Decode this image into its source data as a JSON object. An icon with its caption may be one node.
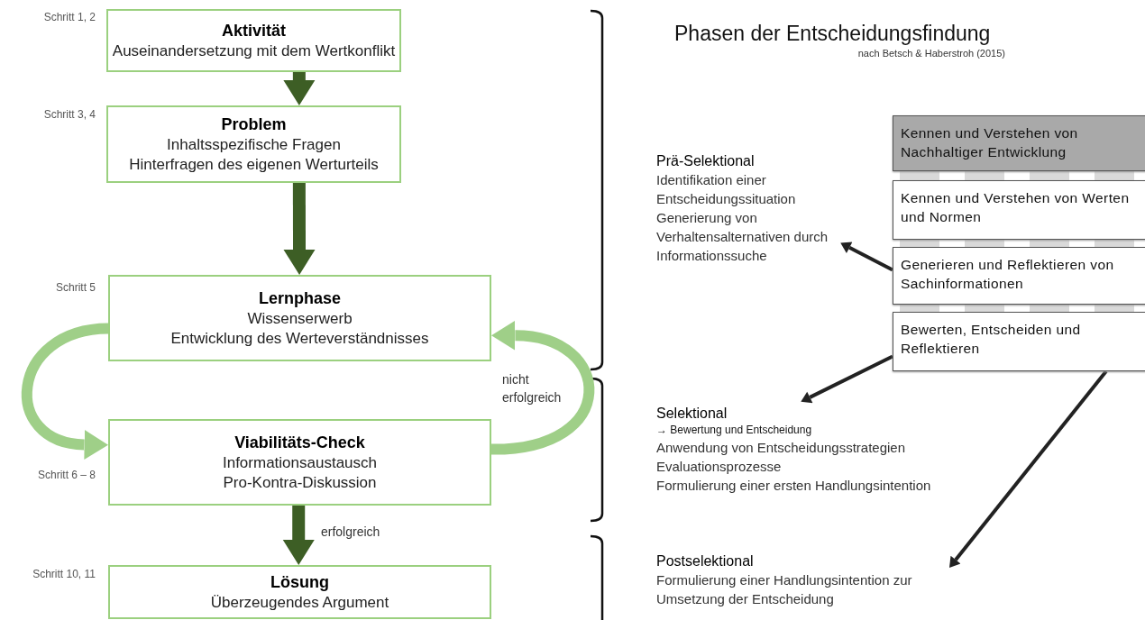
{
  "diagram": {
    "title": "Phasen der Entscheidungsfindung",
    "nodes": [
      {
        "text": [
          "Aktivität",
          "Auseinandersetzung mit dem Wertkonflikt"
        ],
        "beside": [
          "Schritt 1, 2"
        ]
      },
      {
        "text": [
          "Problem",
          "Inhaltsspezifische Fragen",
          "Hinterfragen des eigenen Werturteils"
        ],
        "beside": [
          "Schritt 3, 4"
        ]
      },
      {
        "text": [
          "Lernphase",
          "Wissenserwerb",
          "Entwicklung des Werteverständnisses"
        ],
        "beside": [
          "Schritt 5"
        ]
      },
      {
        "text": [
          "Viabilitäts-Check",
          "Informationsaustausch",
          "Pro-Kontra-Diskussion"
        ],
        "beside": [
          "Schritt 6 – 8"
        ]
      },
      {
        "text": [
          "Lösung",
          "Überzeugendes Argument"
        ],
        "beside": [
          "Schritt 10, 11"
        ]
      },
      {
        "text": [
          "Prä-Selektional",
          "Identifikation einer Entscheidungssituation",
          "Generierung von Verhaltensalternativen durch Informationssuche"
        ]
      },
      {
        "text": [
          "Kennen und Verstehen von Nachhaltiger Entwicklung"
        ]
      },
      {
        "text": [
          "Kennen und Verstehen von Werten und Normen"
        ]
      },
      {
        "text": [
          "Generieren und Reflektieren von Sachinformationen"
        ]
      },
      {
        "text": [
          "Bewerten, Entscheiden und Reflektieren"
        ]
      },
      {
        "text": [
          "Selektional",
          "→ Bewertung und Entscheidung",
          "Anwendung von Entscheidungsstrategien",
          "Evaluationsprozesse",
          "Formulierung einer ersten Handlungsintention"
        ]
      },
      {
        "text": [
          "Postselektional",
          "Formulierung einer Handlungsintention zur Umsetzung der Entscheidung"
        ]
      }
    ],
    "edges": [
      {
        "from": 0,
        "to": 1,
        "arrow": "to"
      },
      {
        "from": 1,
        "to": 2,
        "arrow": "to"
      },
      {
        "from": 3,
        "to": 4,
        "arrow": "to",
        "label": "erfolgreich"
      },
      {
        "from": 2,
        "to": 3,
        "arrow": "to",
        "color": "#9fcf88"
      },
      {
        "from": 3,
        "to": 2,
        "arrow": "to",
        "color": "#9fcf88",
        "label": "nicht erfolgreich"
      },
      {
        "from": 8,
        "to": 5,
        "arrow": "to",
        "color": "#222222"
      },
      {
        "from": 9,
        "to": 10,
        "arrow": "to",
        "color": "#222222"
      },
      {
        "from": 9,
        "to": 11,
        "arrow": "to",
        "color": "#222222"
      }
    ],
    "labels": [
      "nach Betsch & Haberstroh (2015)"
    ]
  }
}
